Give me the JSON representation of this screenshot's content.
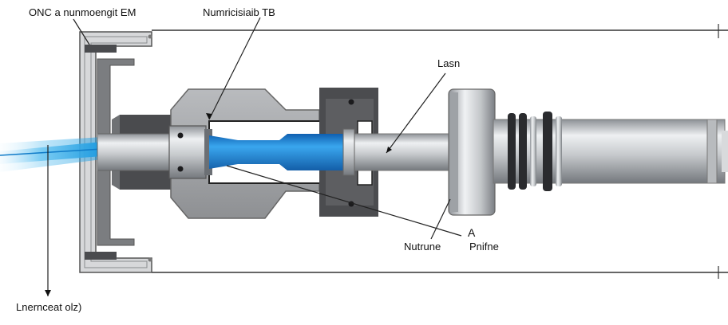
{
  "labels": {
    "top_left": "ONC a nunmoengit EM",
    "top_center": "Numricisiaib TB",
    "laser": "Lasn",
    "marker_a": "A",
    "bottom_nut": "Nutrune",
    "bottom_right": "Pnifne",
    "bottom_left": "Lnernceat olz)"
  },
  "colors": {
    "beam": "#1e9be0",
    "blue_shaft": "#1f86d8",
    "housing_gray": "#9c9ea1",
    "dark_block": "#4a4b4e",
    "steel_light": "#e2e4e6",
    "line": "#222222"
  }
}
